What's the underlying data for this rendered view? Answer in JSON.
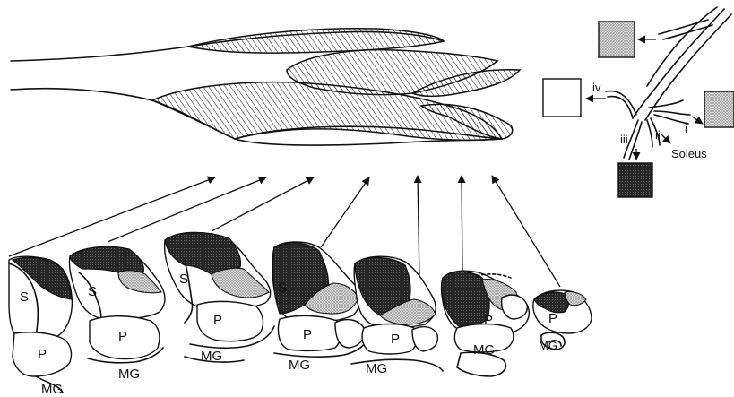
{
  "legend": {
    "roman": [
      "i",
      "ii",
      "iii",
      "iv"
    ],
    "nerve_label": "Soleus"
  },
  "sections": [
    {
      "s_label": "S",
      "p_label": "P",
      "mg_label": "MG"
    },
    {
      "s_label": "S",
      "p_label": "P",
      "mg_label": "MG"
    },
    {
      "s_label": "S",
      "p_label": "P",
      "mg_label": "MG"
    },
    {
      "s_label": "S",
      "p_label": "P",
      "mg_label": "MG"
    },
    {
      "s_label": "",
      "p_label": "P",
      "mg_label": "MG"
    },
    {
      "s_label": "",
      "p_label": "P",
      "mg_label": "MG"
    },
    {
      "s_label": "",
      "p_label": "P",
      "mg_label": "MG"
    }
  ],
  "colors": {
    "line": "#111111",
    "dark_fill": "#2a2a2a",
    "stipple_fill": "#c9c9c9",
    "white_fill": "#ffffff"
  }
}
